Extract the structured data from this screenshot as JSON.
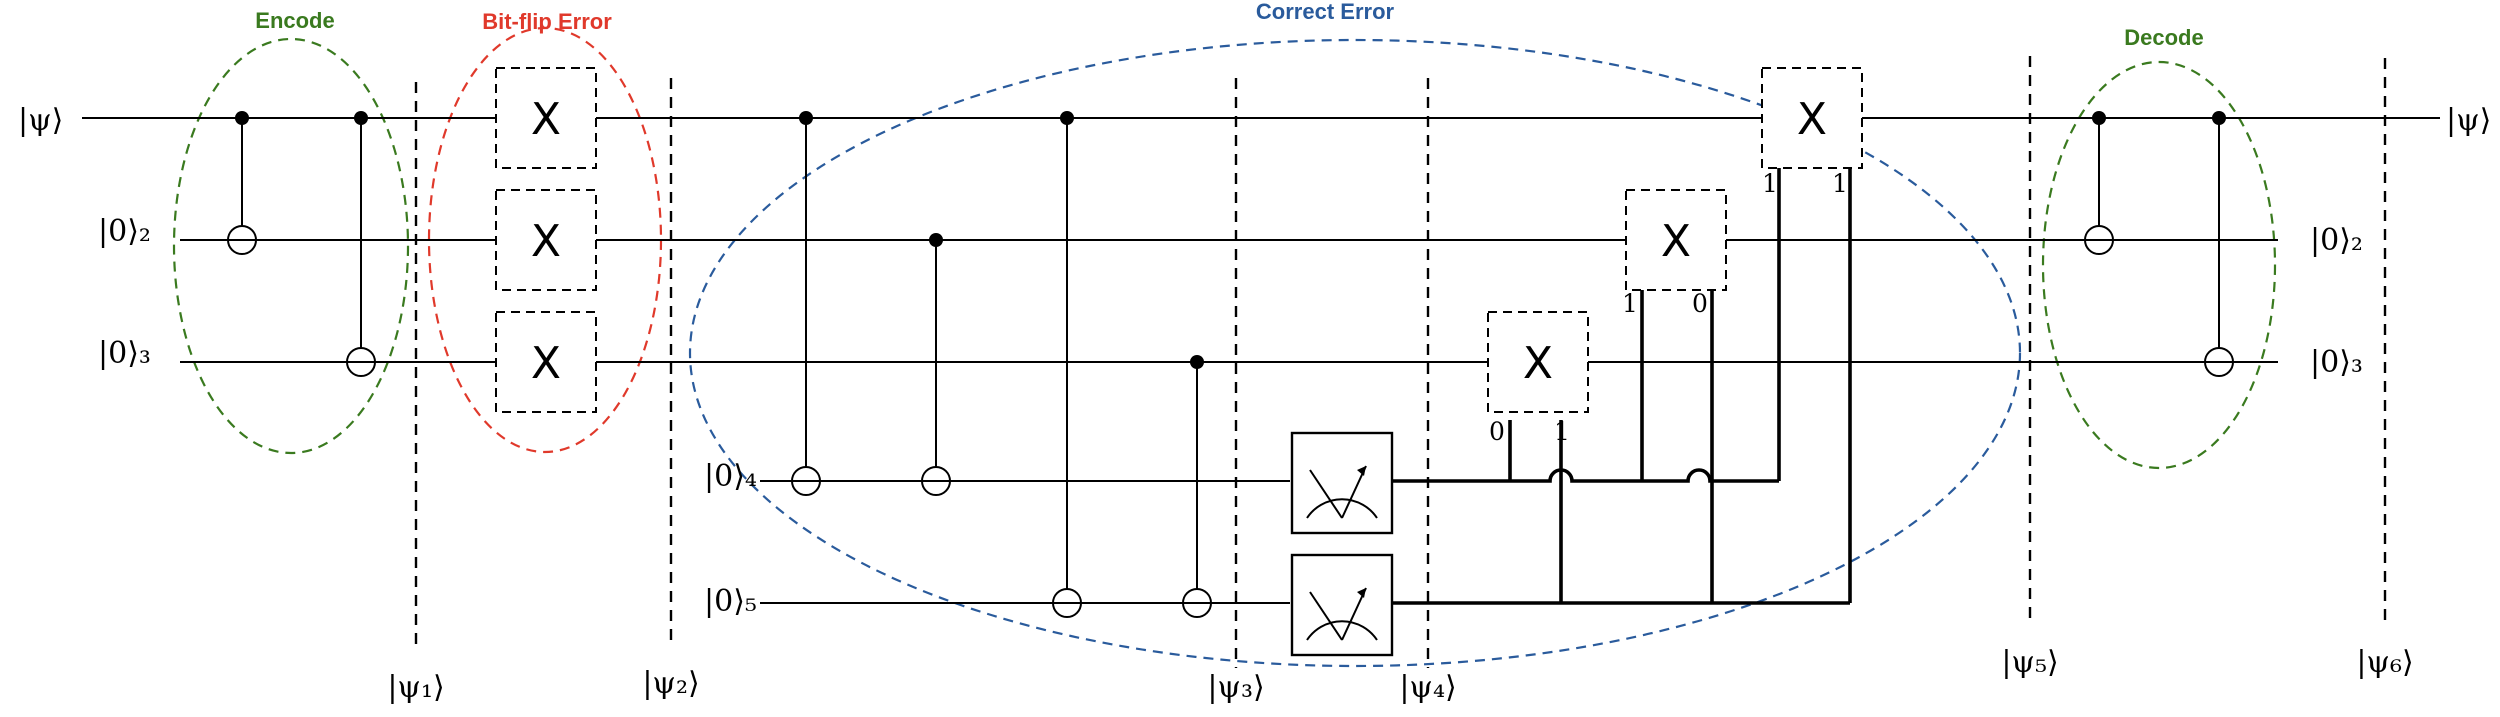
{
  "titles": {
    "encode": "Encode",
    "bitflip": "Bit-flip Error",
    "correct": "Correct Error",
    "decode": "Decode"
  },
  "colors": {
    "encode": "#3a7a1f",
    "bitflip": "#e0392b",
    "correct": "#2a5b9c",
    "decode": "#3a7a1f",
    "wire": "#000000"
  },
  "inputs": {
    "q1": "|ψ⟩",
    "q2": "|0⟩₂",
    "q3": "|0⟩₃",
    "a4": "|0⟩₄",
    "a5": "|0⟩₅"
  },
  "outputs": {
    "q1": "|ψ⟩",
    "q2": "|0⟩₂",
    "q3": "|0⟩₃"
  },
  "states": {
    "psi1": "|ψ₁⟩",
    "psi2": "|ψ₂⟩",
    "psi3": "|ψ₃⟩",
    "psi4": "|ψ₄⟩",
    "psi5": "|ψ₅⟩",
    "psi6": "|ψ₆⟩"
  },
  "gates": {
    "x": "X"
  },
  "conditions": {
    "q3_c4": "0",
    "q3_c5": "1",
    "q2_c4": "1",
    "q2_c5": "0",
    "q1_c4": "1",
    "q1_c5": "1"
  },
  "icons": [
    "cnot-control-dot",
    "cnot-target-icon",
    "measurement-meter-icon"
  ]
}
